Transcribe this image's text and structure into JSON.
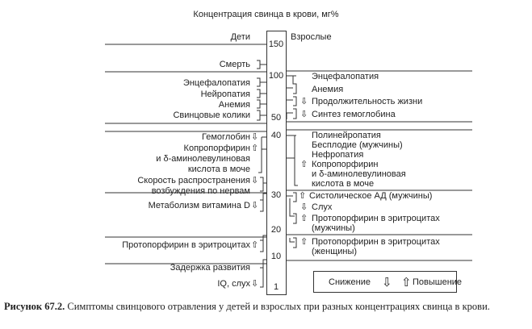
{
  "title": "Концентрация свинца в крови, мг%",
  "column_headers": {
    "children": "Дети",
    "adults": "Взрослые"
  },
  "scale": [
    "150",
    "100",
    "50",
    "40",
    "30",
    "20",
    "10",
    "1"
  ],
  "children": [
    {
      "label": "Смерть",
      "arrow": ""
    },
    {
      "label": "Энцефалопатия",
      "arrow": ""
    },
    {
      "label": "Нейропатия",
      "arrow": ""
    },
    {
      "label": "Анемия",
      "arrow": ""
    },
    {
      "label": "Свинцовые колики",
      "arrow": ""
    },
    {
      "label": "Гемоглобин",
      "arrow": "down"
    },
    {
      "label": "Копропорфирин",
      "arrow": "up"
    },
    {
      "label": "и δ-аминолевулиновая",
      "arrow": ""
    },
    {
      "label": "кислота в моче",
      "arrow": ""
    },
    {
      "label": "Скорость распространения",
      "arrow": "down"
    },
    {
      "label": "возбуждения по нервам",
      "arrow": ""
    },
    {
      "label": "Метаболизм витамина D",
      "arrow": "down"
    },
    {
      "label": "Протопорфирин в эритроцитах",
      "arrow": "up"
    },
    {
      "label": "Задержка развития",
      "arrow": ""
    },
    {
      "label": "IQ, слух",
      "arrow": "down"
    }
  ],
  "adults": [
    {
      "label": "Энцефалопатия",
      "arrow": ""
    },
    {
      "label": "Анемия",
      "arrow": ""
    },
    {
      "label": "Продолжительность жизни",
      "arrow": "down"
    },
    {
      "label": "Синтез гемоглобина",
      "arrow": "down"
    },
    {
      "label": "Полинейропатия",
      "arrow": ""
    },
    {
      "label": "Бесплодие (мужчины)",
      "arrow": ""
    },
    {
      "label": "Нефропатия",
      "arrow": ""
    },
    {
      "label": "Копропорфирин",
      "arrow": "up"
    },
    {
      "label": "и δ-аминолевулиновая",
      "arrow": ""
    },
    {
      "label": "кислота в моче",
      "arrow": ""
    },
    {
      "label": "Систолическое АД (мужчины)",
      "arrow": "up"
    },
    {
      "label": "Слух",
      "arrow": "down"
    },
    {
      "label": "Протопорфирин в эритроцитах",
      "arrow": "up"
    },
    {
      "label": "(мужчины)",
      "arrow": ""
    },
    {
      "label": "Протопорфирин в эритроцитах",
      "arrow": "up"
    },
    {
      "label": "(женщины)",
      "arrow": ""
    }
  ],
  "legend": {
    "decrease": "Снижение",
    "increase": "Повышение"
  },
  "caption": {
    "label": "Рисунок 67.2.",
    "text": "Симптомы свинцового отравления у детей и взрослых при разных концентрациях свинца в крови."
  }
}
